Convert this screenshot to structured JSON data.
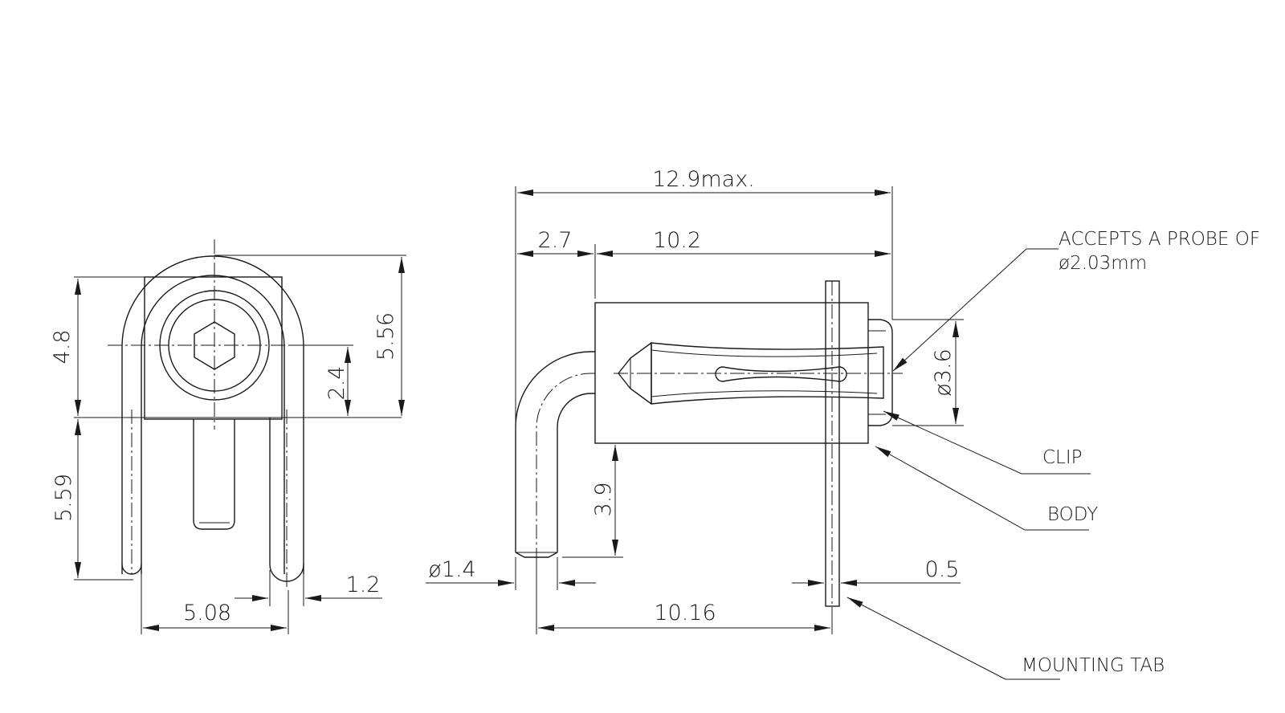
{
  "dimensions": {
    "left_height_top": "4.8",
    "left_height_total": "5.56",
    "left_center_height": "2.4",
    "left_pin_length": "5.59",
    "left_pin_dia": "1.2",
    "left_pin_pitch": "5.08",
    "overall_length": "12.9max.",
    "bend_offset": "2.7",
    "body_length": "10.2",
    "socket_dia": "ø3.6",
    "pin_drop": "3.9",
    "pin_dia": "ø1.4",
    "tab_thickness": "0.5",
    "pin_to_tab": "10.16"
  },
  "labels": {
    "probe_line1": "ACCEPTS A PROBE OF",
    "probe_line2": "ø2.03mm",
    "clip": "CLIP",
    "body": "BODY",
    "mounting_tab": "MOUNTING TAB"
  },
  "colors": {
    "line": "#1a1a1a",
    "background": "#ffffff"
  }
}
